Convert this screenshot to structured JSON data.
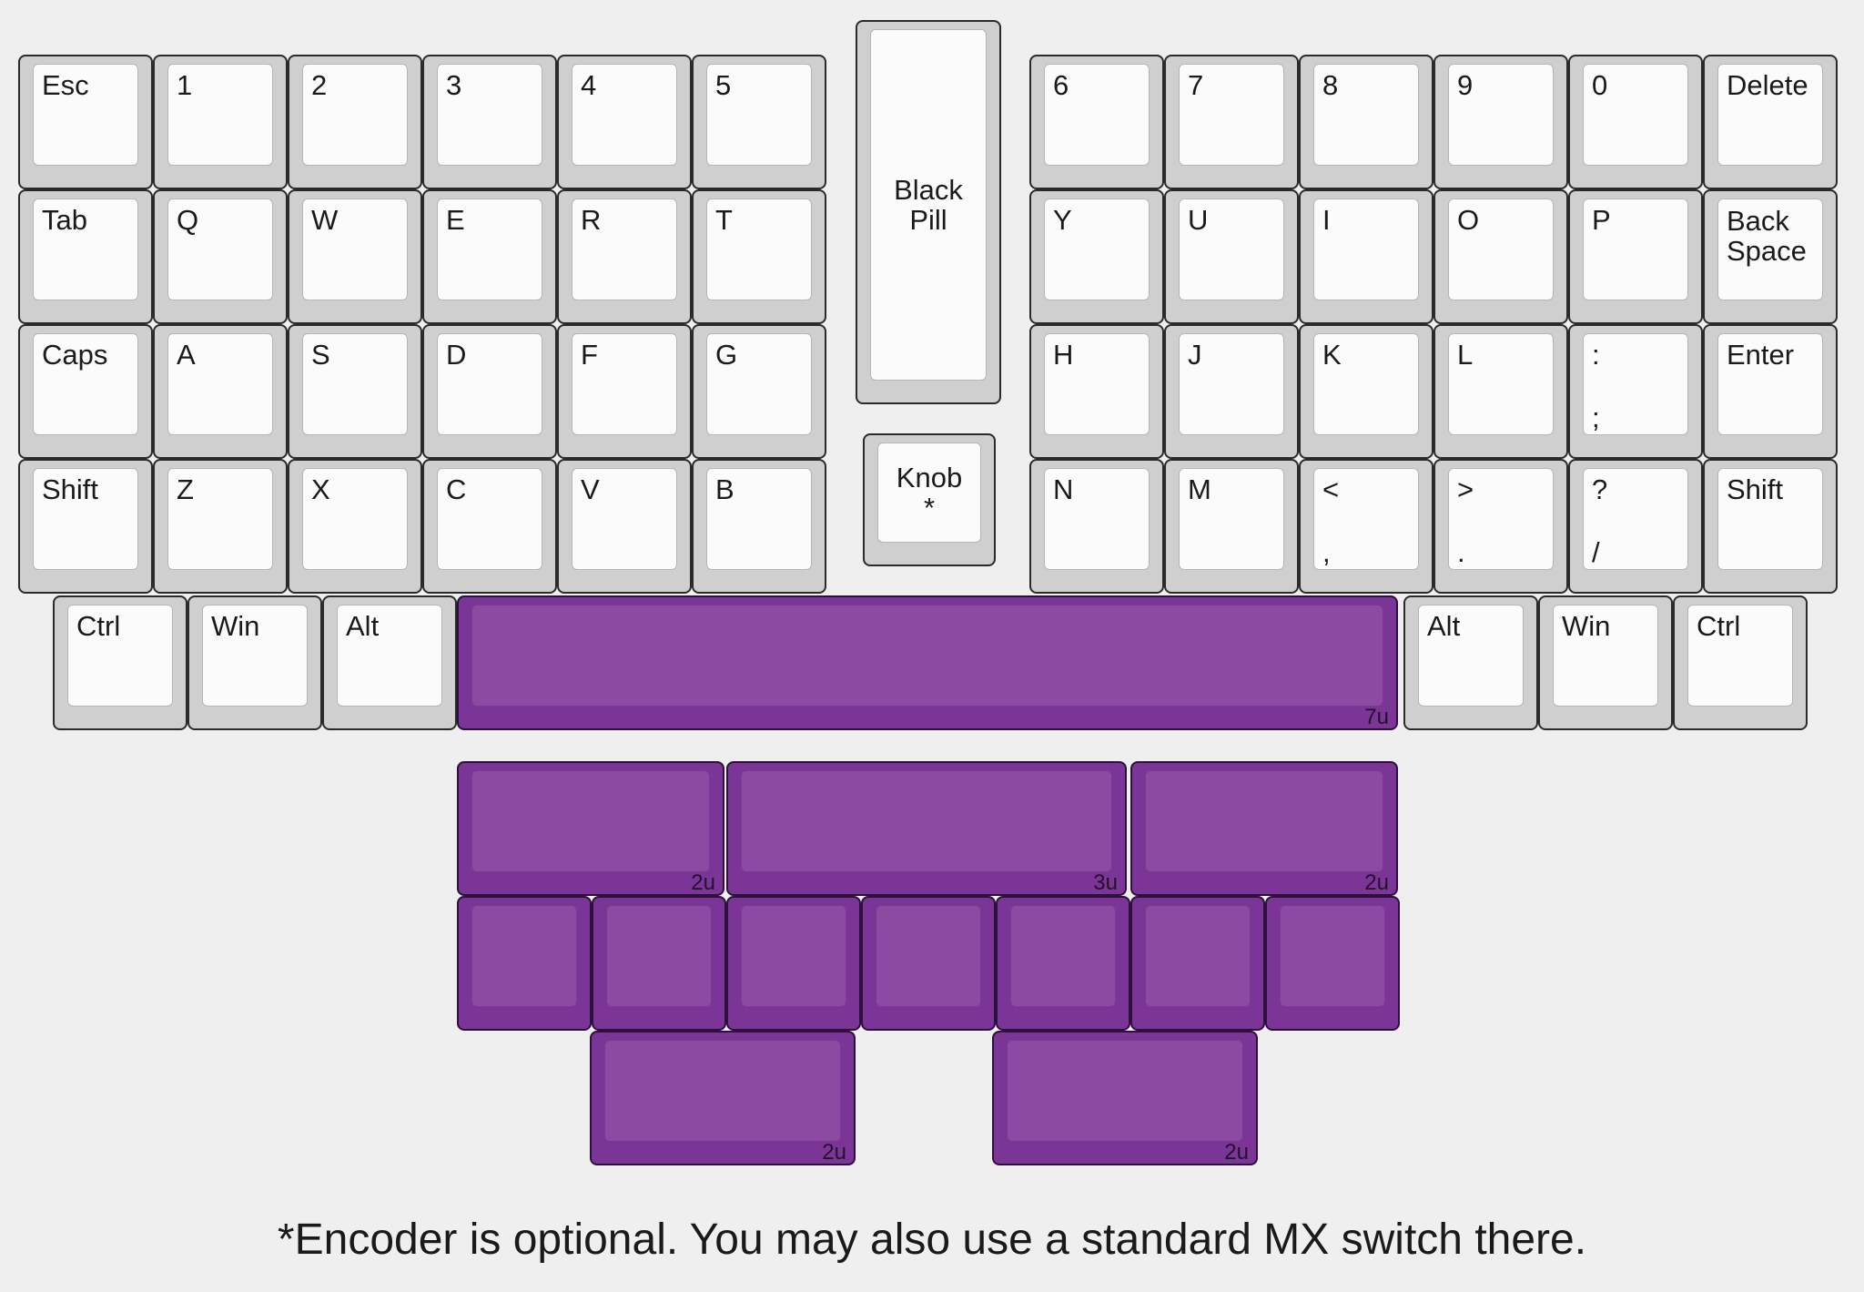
{
  "left_half": {
    "rows": [
      [
        "Esc",
        "1",
        "2",
        "3",
        "4",
        "5"
      ],
      [
        "Tab",
        "Q",
        "W",
        "E",
        "R",
        "T"
      ],
      [
        "Caps",
        "A",
        "S",
        "D",
        "F",
        "G"
      ],
      [
        "Shift",
        "Z",
        "X",
        "C",
        "V",
        "B"
      ]
    ]
  },
  "right_half": {
    "rows": [
      [
        {
          "top": "6"
        },
        {
          "top": "7"
        },
        {
          "top": "8"
        },
        {
          "top": "9"
        },
        {
          "top": "0"
        },
        {
          "top": "Delete"
        }
      ],
      [
        {
          "top": "Y"
        },
        {
          "top": "U"
        },
        {
          "top": "I"
        },
        {
          "top": "O"
        },
        {
          "top": "P"
        },
        {
          "top": "Back\nSpace"
        }
      ],
      [
        {
          "top": "H"
        },
        {
          "top": "J"
        },
        {
          "top": "K"
        },
        {
          "top": "L"
        },
        {
          "top": ":",
          "bottom": ";"
        },
        {
          "top": "Enter"
        }
      ],
      [
        {
          "top": "N"
        },
        {
          "top": "M"
        },
        {
          "top": "<",
          "bottom": ","
        },
        {
          "top": ">",
          "bottom": "."
        },
        {
          "top": "?",
          "bottom": "/"
        },
        {
          "top": "Shift"
        }
      ]
    ]
  },
  "center": {
    "controller_label": "Black\nPill",
    "knob_label": "Knob\n*"
  },
  "bottom_row": {
    "left_mods": [
      "Ctrl",
      "Win",
      "Alt"
    ],
    "right_mods": [
      "Alt",
      "Win",
      "Ctrl"
    ],
    "spacebar_size": "7u"
  },
  "split_spacebar_options": {
    "row1_sizes": [
      "2u",
      "3u",
      "2u"
    ],
    "row2_count": 7,
    "row3_sizes": [
      "2u",
      "2u"
    ]
  },
  "colors": {
    "keycap": "#fbfbfb",
    "key_edge": "#cfcfcf",
    "spacebar_purple": "#8c4aa2"
  },
  "footnote": "*Encoder is optional. You may also use a standard MX switch there."
}
